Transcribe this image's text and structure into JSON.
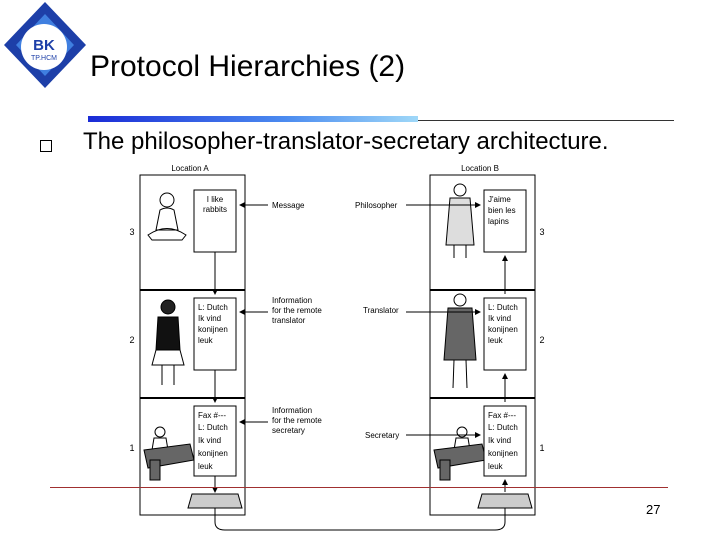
{
  "logo": {
    "line1": "BK",
    "line2": "TP.HCM"
  },
  "title": "Protocol Hierarchies (2)",
  "bullet": "The philosopher-translator-secretary architecture.",
  "diagram": {
    "location_a": "Location A",
    "location_b": "Location B",
    "layers": [
      "3",
      "2",
      "1"
    ],
    "middle_labels": {
      "message": "Message",
      "info_translator": [
        "Information",
        "for the remote",
        "translator"
      ],
      "info_secretary": [
        "Information",
        "for the remote",
        "secretary"
      ]
    },
    "role_labels": {
      "philosopher": "Philosopher",
      "translator": "Translator",
      "secretary": "Secretary"
    },
    "a_boxes": {
      "l3": [
        "I like",
        "rabbits"
      ],
      "l2": [
        "L: Dutch",
        "Ik vind",
        "konijnen",
        "leuk"
      ],
      "l1": [
        "Fax #---",
        "L: Dutch",
        "Ik vind",
        "konijnen",
        "leuk"
      ]
    },
    "b_boxes": {
      "l3": [
        "J'aime",
        "bien les",
        "lapins"
      ],
      "l2": [
        "L: Dutch",
        "Ik vind",
        "konijnen",
        "leuk"
      ],
      "l1": [
        "Fax #---",
        "L: Dutch",
        "Ik vind",
        "konijnen",
        "leuk"
      ]
    }
  },
  "page_number": "27",
  "colors": {
    "title_bar": "#1a2bd6",
    "bottom_rule": "#a03030",
    "logo_blue": "#1d3fa8"
  }
}
